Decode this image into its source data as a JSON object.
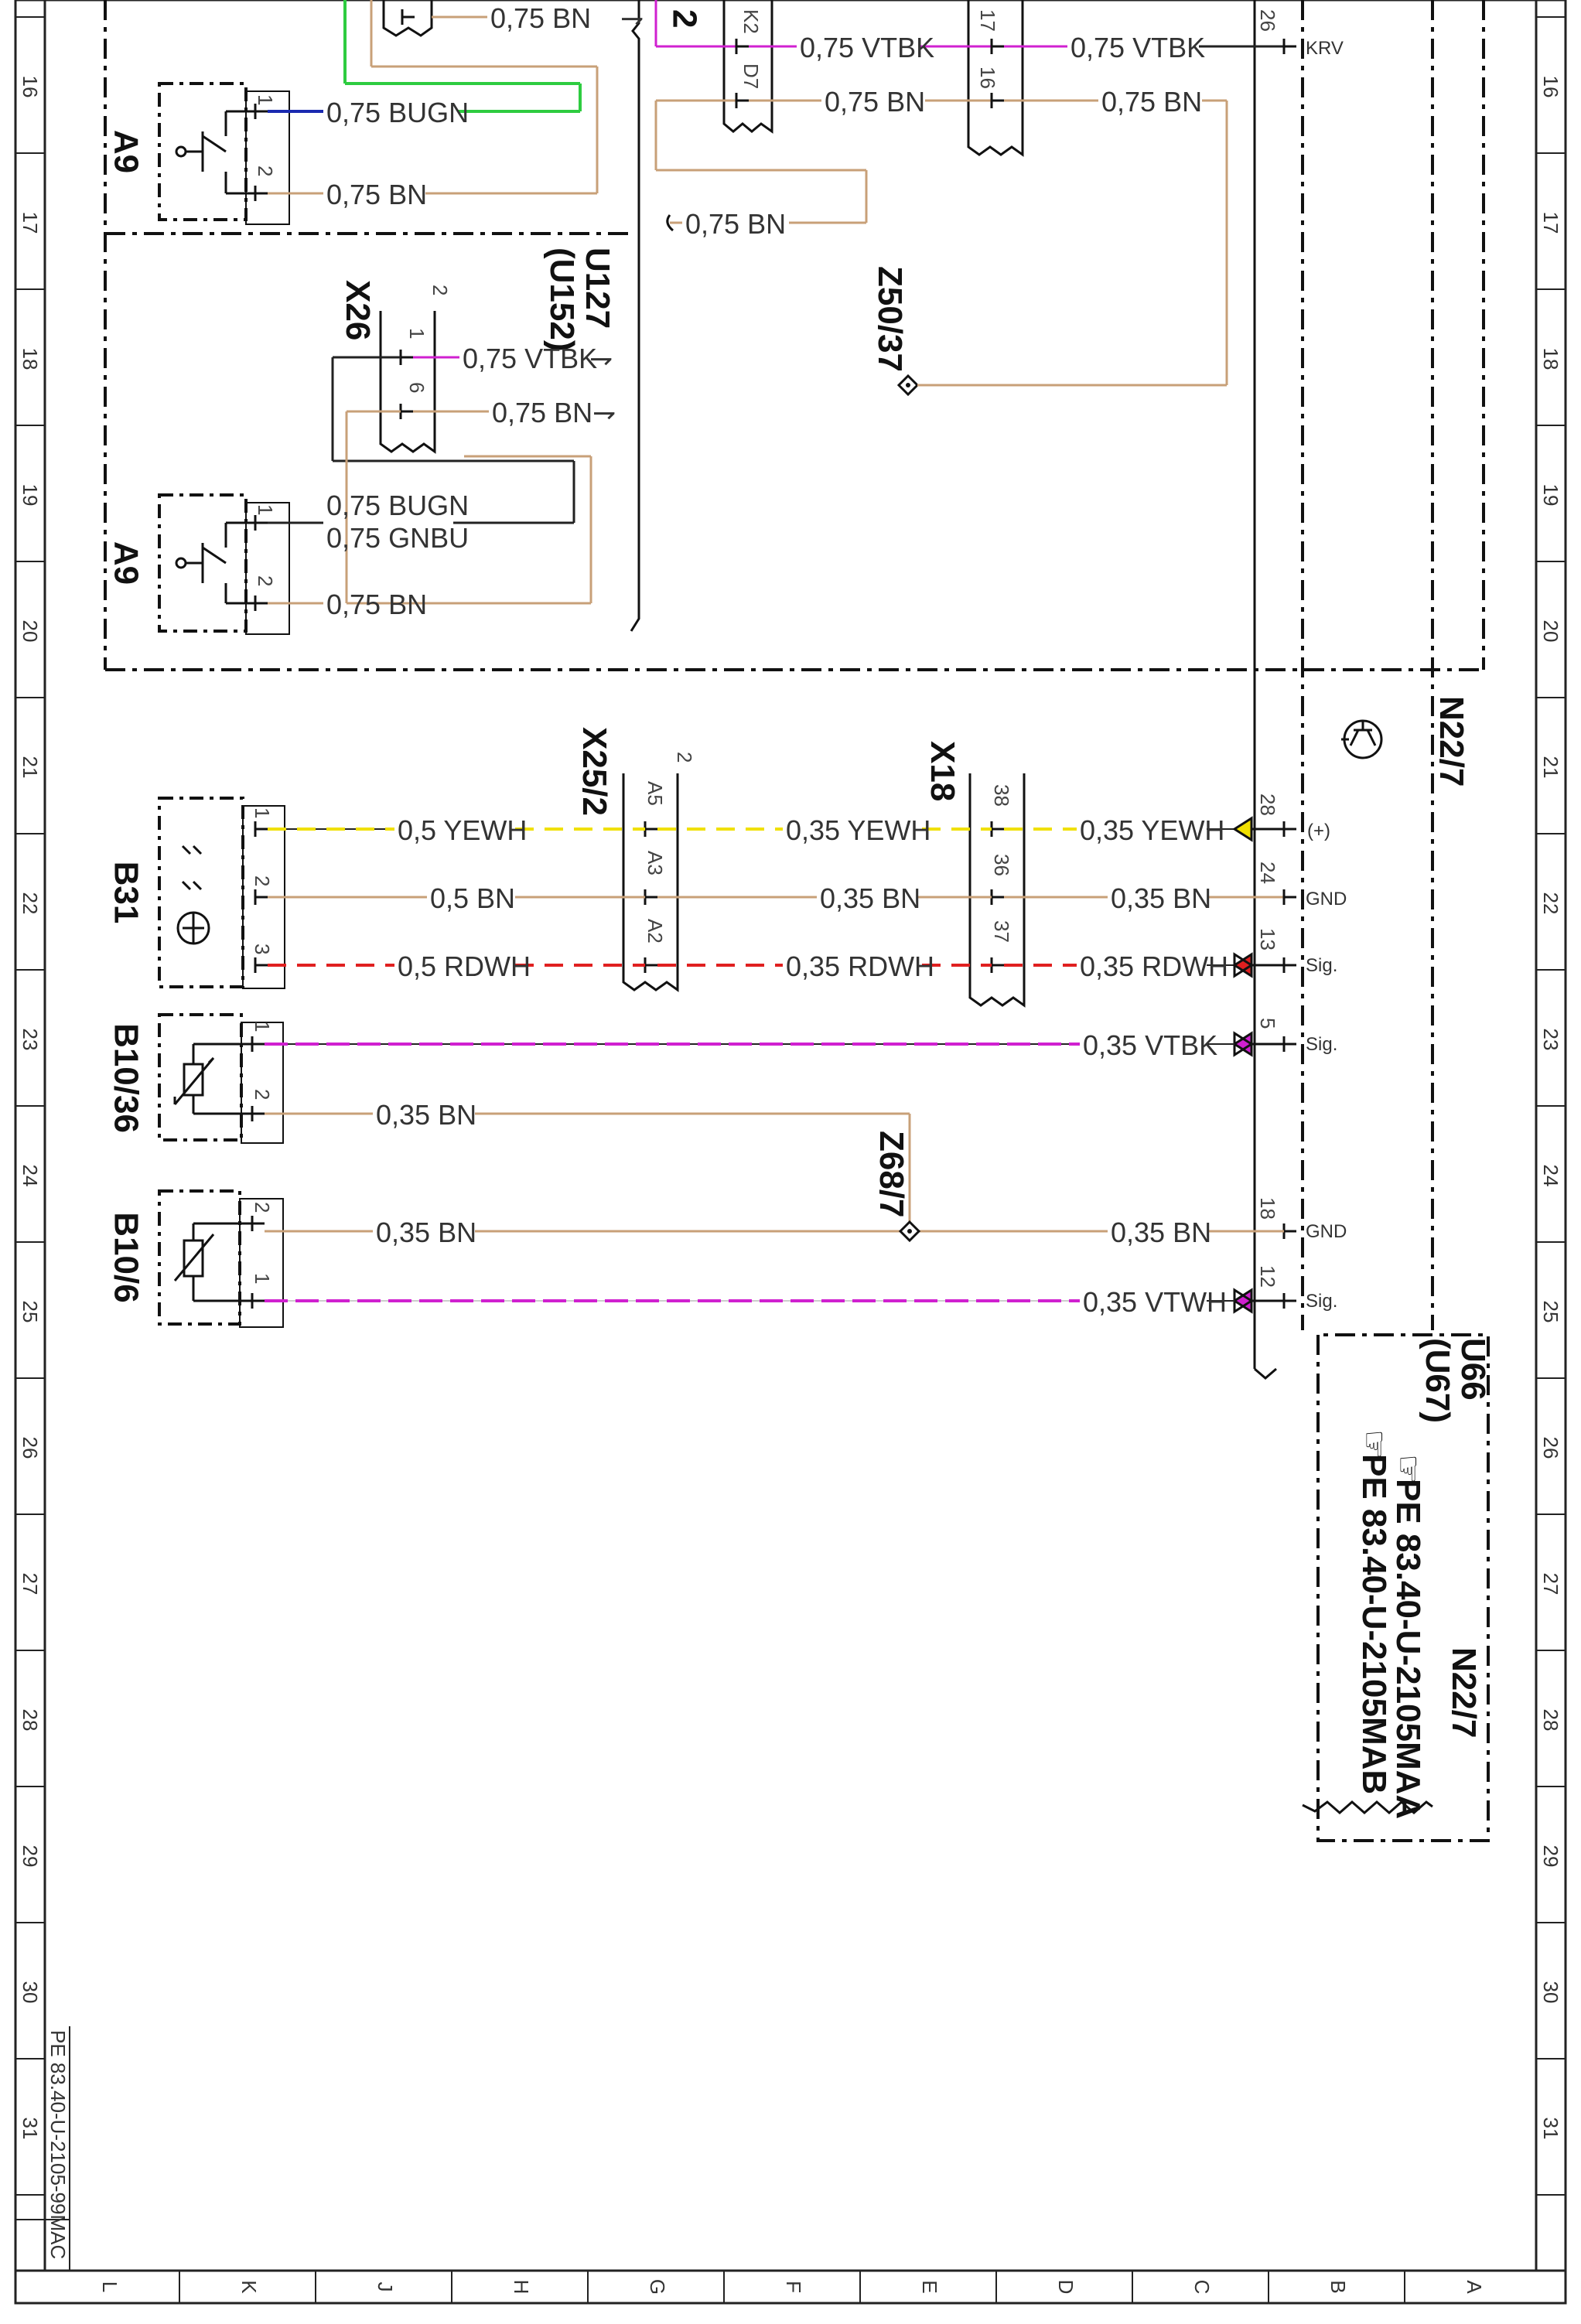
{
  "components": {
    "a9_upper": "A9",
    "a9_lower": "A9",
    "b31": "B31",
    "b10_36": "B10/36",
    "b10_6": "B10/6",
    "x25_2": "X25/2",
    "x18": "X18",
    "x26": "X26",
    "z50_37": "Z50/37",
    "z68_7": "Z68/7",
    "u127": "U127",
    "u152": "(U152)",
    "n22_7_top": "N22/7",
    "n22_7_bottom": "N22/7",
    "u66": "U66",
    "u67": "(U67)",
    "marker_2": "2"
  },
  "references": [
    "PE 83.40-U-2105MAA",
    "PE 83.40-U-2105MAB"
  ],
  "footer": "PE 83.40-U-2105-99MAC",
  "wires": {
    "top_bn_1": "0,75 BN",
    "top_vtbk_1": "0,75 VTBK",
    "top_vtbk_2": "0,75 VTBK",
    "top_bn_2": "0,75 BN",
    "top_bn_3": "0,75 BN",
    "a9u_bugn": "0,75 BUGN",
    "a9u_bn": "0,75 BN",
    "stub_bn": "0,75 BN",
    "x26_vtbk": "0,75 VTBK",
    "x26_bn": "0,75 BN",
    "a9l_bugn": "0,75 BUGN",
    "a9l_gnbu": "0,75 GNBU",
    "a9l_bn": "0,75 BN",
    "b31_yewh": "0,5 YEWH",
    "b31_bn": "0,5 BN",
    "b31_rdwh": "0,5 RDWH",
    "mid_yewh": "0,35 YEWH",
    "mid_bn": "0,35 BN",
    "mid_rdwh": "0,35 RDWH",
    "r_yewh": "0,35 YEWH",
    "r_bn": "0,35 BN",
    "r_rdwh": "0,35 RDWH",
    "b1036_vtbk": "0,35 VTBK",
    "b1036_bn": "0,35 BN",
    "b106_bn": "0,35 BN",
    "z68_bn": "0,35 BN",
    "b106_vtwh": "0,35 VTWH"
  },
  "pins": {
    "top_k2": "K2",
    "top_d7": "D7",
    "top_17": "17",
    "top_16": "16",
    "top_26": "26",
    "krv": "KRV",
    "a9u_1": "1",
    "a9u_2": "2",
    "x26_1": "1",
    "x26_6": "6",
    "x26_2": "2",
    "a9l_1": "1",
    "a9l_2": "2",
    "b31_1": "1",
    "b31_2": "2",
    "b31_3": "3",
    "x25_a5": "A5",
    "x25_a3": "A3",
    "x25_a2": "A2",
    "x25_2": "2",
    "x18_38": "38",
    "x18_36": "36",
    "x18_37": "37",
    "n_28": "28",
    "n_24": "24",
    "n_13": "13",
    "n_5": "5",
    "n_18": "18",
    "n_12": "12",
    "plus": "(+)",
    "gnd_1": "GND",
    "sig_1": "Sig.",
    "sig_2": "Sig.",
    "gnd_2": "GND",
    "sig_3": "Sig.",
    "b1036_1": "1",
    "b1036_2": "2",
    "b106_2": "2",
    "b106_1": "1"
  },
  "frame": {
    "row_numbers": [
      "16",
      "17",
      "18",
      "19",
      "20",
      "21",
      "22",
      "23",
      "24",
      "25",
      "26",
      "27",
      "28",
      "29",
      "30",
      "31"
    ],
    "column_letters": [
      "L",
      "K",
      "J",
      "H",
      "G",
      "F",
      "E",
      "D",
      "C",
      "B",
      "A"
    ]
  },
  "wire_colors": {
    "BN": "#c8a078",
    "VT": "#d020d0",
    "BU": "#1a2ab0",
    "GN": "#2ecc40",
    "YE": "#f0e000",
    "RD": "#e02020",
    "BK": "#222222",
    "WH": "#cccccc"
  }
}
